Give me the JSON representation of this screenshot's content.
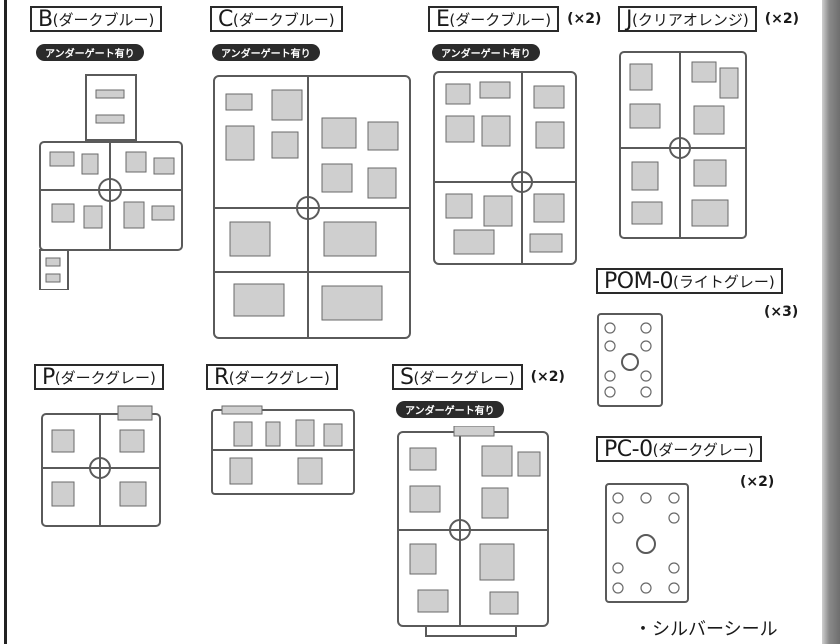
{
  "runners": [
    {
      "id": "B",
      "letter": "B",
      "color": "(ダークブルー)",
      "qty": "",
      "badge": "アンダーゲート有り"
    },
    {
      "id": "C",
      "letter": "C",
      "color": "(ダークブルー)",
      "qty": "",
      "badge": "アンダーゲート有り"
    },
    {
      "id": "E",
      "letter": "E",
      "color": "(ダークブルー)",
      "qty": "(×2)",
      "badge": "アンダーゲート有り"
    },
    {
      "id": "J",
      "letter": "J",
      "color": "(クリアオレンジ)",
      "qty": "(×2)",
      "badge": ""
    },
    {
      "id": "POM",
      "letter": "POM-0",
      "color": "(ライトグレー)",
      "qty": "(×3)",
      "badge": ""
    },
    {
      "id": "P",
      "letter": "P",
      "color": "(ダークグレー)",
      "qty": "",
      "badge": ""
    },
    {
      "id": "R",
      "letter": "R",
      "color": "(ダークグレー)",
      "qty": "",
      "badge": ""
    },
    {
      "id": "S",
      "letter": "S",
      "color": "(ダークグレー)",
      "qty": "(×2)",
      "badge": "アンダーゲート有り"
    },
    {
      "id": "PC",
      "letter": "PC-0",
      "color": "(ダークグレー)",
      "qty": "(×2)",
      "badge": ""
    }
  ],
  "seal_label": "・シルバーシール",
  "colors": {
    "frame": "#2a2a2a",
    "part_fill": "#d9d9d9",
    "part_stroke": "#5a5a5a",
    "badge_bg": "#2b2b2b"
  }
}
